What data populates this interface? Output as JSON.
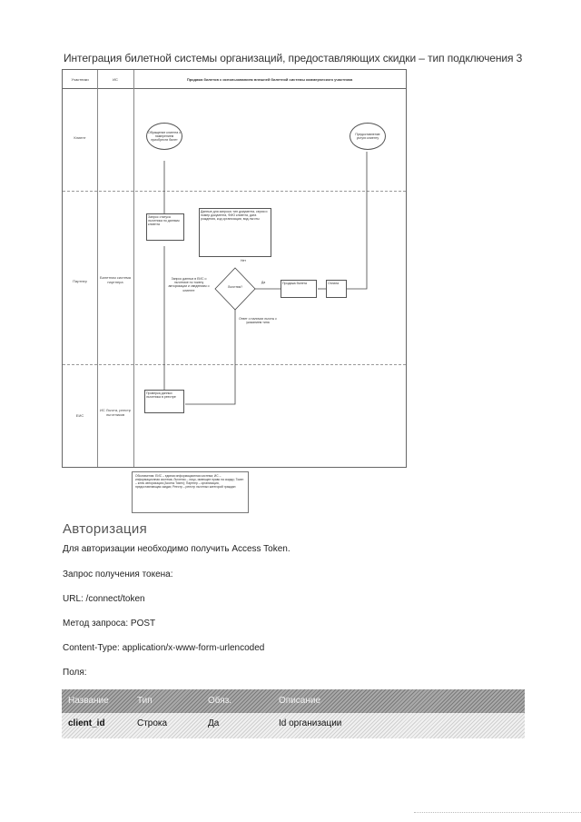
{
  "document": {
    "title": "Интеграция билетной системы организаций, предоставляющих скидки – тип подключения 3"
  },
  "diagram": {
    "header_col1": "Участники",
    "header_col2": "ИС",
    "header_main": "Продажа билетов с использованием внешней билетной системы коммерческого участника",
    "lane1_label": "Клиент",
    "lane2_label": "Партнер",
    "lane2_sub": "Билетная система партнера",
    "lane3_label": "ЕИС",
    "lane3_sub": "ИС Льгота, реестр льготников",
    "node_start": "Обращение клиента с намерением приобрести билет",
    "node_end": "Предоставление услуги клиенту",
    "node_query": "Запрос статуса льготника по данным клиента",
    "node_annot": "Данные для запроса: тип документа, серия и номер документа, ФИО клиента, дата рождения, код организации, вид льготы",
    "node_decision": "Льготник?",
    "label_yes": "Да",
    "label_no": "Нет",
    "node_sale": "Продажа билета",
    "node_pay": "Оплата",
    "note_request": "Запрос данных в ЕИС о льготнике по токену авторизации и сведениям о клиенте",
    "note_response": "Ответ о наличии льготы с указанием типа",
    "node_eis": "Проверка данных льготника в реестре",
    "legend": "Обозначения: ЕИС – единая информационная система; ИС – информационная система; Льготник – лицо, имеющее право на скидку; Токен – ключ авторизации (Access Token); Партнер – организация, предоставляющая скидки; Реестр – реестр льготных категорий граждан"
  },
  "section": {
    "heading": "Авторизация",
    "p1": "Для авторизации необходимо получить Access Token.",
    "p2": "Запрос получения токена:",
    "p3": "URL: /connect/token",
    "p4": "Метод запроса: POST",
    "p5": "Content-Type: application/x-www-form-urlencoded",
    "p6": "Поля:"
  },
  "table": {
    "headers": [
      "Название",
      "Тип",
      "Обяз.",
      "Описание"
    ],
    "rows": [
      [
        "client_id",
        "Строка",
        "Да",
        "Id организации"
      ]
    ]
  },
  "colors": {
    "header_bg": "#a9a9a9",
    "row_bg": "#f1f1f1",
    "border": "#666666"
  }
}
